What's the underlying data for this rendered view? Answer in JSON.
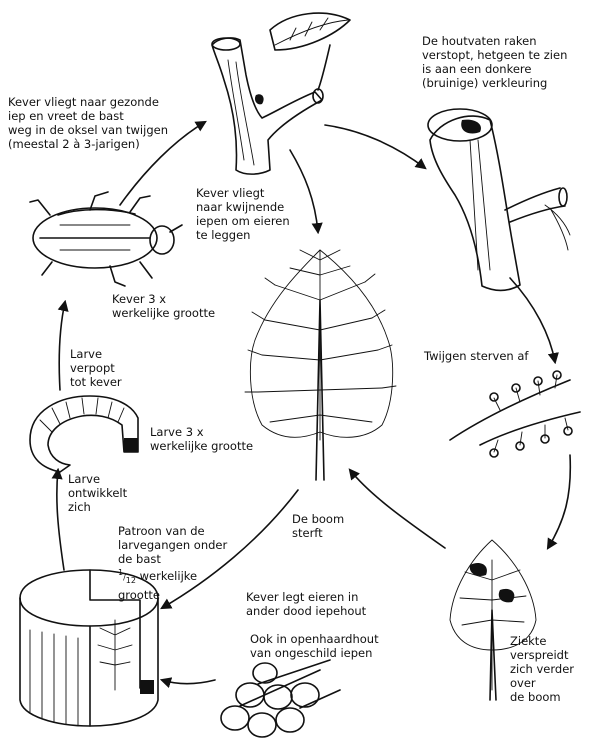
{
  "labels": {
    "beetle_flies_healthy": [
      "Kever vliegt naar gezonde",
      "iep en vreet de bast",
      "weg in de oksel van twijgen",
      "(meestal 2 à 3-jarigen)"
    ],
    "vessels_clogged": [
      "De houtvaten raken",
      "verstopt, hetgeen te zien",
      "is aan een donkere",
      "(bruinige) verkleuring"
    ],
    "beetle_flies_weak": [
      "Kever vliegt",
      "naar kwijnende",
      "iepen om eieren",
      "te leggen"
    ],
    "beetle_size": [
      "Kever 3 x",
      "werkelijke grootte"
    ],
    "twigs_die": [
      "Twijgen sterven af"
    ],
    "larva_pupates": [
      "Larve",
      "verpopt",
      "tot kever"
    ],
    "larva_size": [
      "Larve 3 x",
      "werkelijke grootte"
    ],
    "larva_develops": [
      "Larve",
      "ontwikkelt",
      "zich"
    ],
    "tree_dies": [
      "De boom",
      "sterft"
    ],
    "gallery_pattern": [
      "Patroon van de",
      "larvegangen onder",
      "de bast"
    ],
    "gallery_scale_num": "1",
    "gallery_scale_den": "12",
    "gallery_scale_text": "werkelijke",
    "gallery_scale_last": "grootte",
    "beetle_lays_eggs": [
      "Kever legt eieren in",
      "ander dood iepehout"
    ],
    "firewood": [
      "Ook in openhaardhout",
      "van ongeschild iepen"
    ],
    "disease_spreads": [
      "Ziekte",
      "verspreidt",
      "zich verder",
      "over",
      "de boom"
    ]
  },
  "colors": {
    "ink": "#111111",
    "paper": "#ffffff"
  }
}
